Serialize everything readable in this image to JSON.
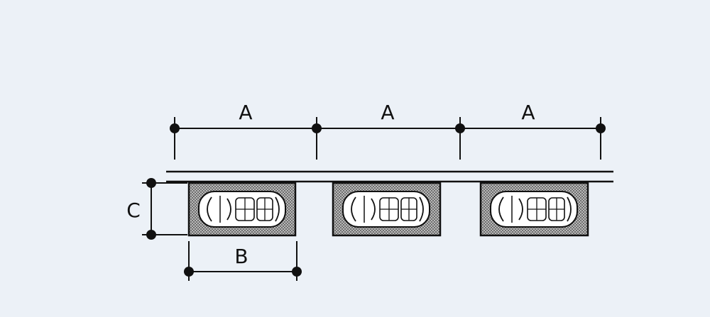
{
  "diagram": {
    "background": "#ecf1f7",
    "ink": "#111111",
    "hatch_fill": "#9a9a9a",
    "labels": {
      "spacing_a_1": "A",
      "spacing_a_2": "A",
      "spacing_a_3": "A",
      "bay_width_b": "B",
      "bay_depth_c": "C"
    },
    "parking_bays": [
      {
        "name": "bay-1"
      },
      {
        "name": "bay-2"
      },
      {
        "name": "bay-3"
      }
    ]
  }
}
